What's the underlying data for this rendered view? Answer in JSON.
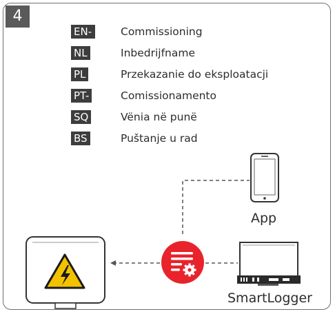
{
  "step": {
    "number": "4"
  },
  "languages": [
    {
      "code": "EN-GB",
      "text": "Commissioning"
    },
    {
      "code": "NL",
      "text": "Inbedrijfname"
    },
    {
      "code": "PL",
      "text": "Przekazanie do eksploatacji"
    },
    {
      "code": "PT-BR",
      "text": "Comissionamento"
    },
    {
      "code": "SQ",
      "text": "Vënia në punë"
    },
    {
      "code": "BS",
      "text": "Puštanje u rad"
    }
  ],
  "diagram": {
    "app_label": "App",
    "smartlogger_label": "SmartLogger",
    "colors": {
      "accent": "#e8232c",
      "warning": "#f2c200",
      "line": "#555555"
    },
    "icons": [
      "phone-icon",
      "settings-icon",
      "high-voltage-warning-icon",
      "smartlogger-icon",
      "inverter-icon"
    ]
  }
}
